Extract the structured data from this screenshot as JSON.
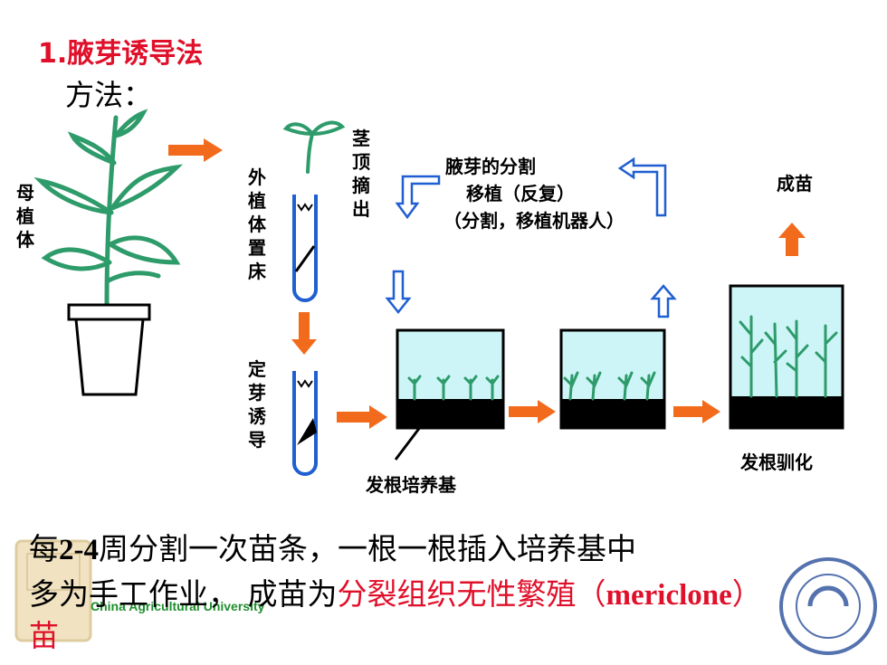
{
  "heading": {
    "title": "1.腋芽诱导法",
    "method": "方法："
  },
  "labels": {
    "mother_plant": "母植体",
    "explant_placement": "外植体置床",
    "stem_tip": "茎顶摘出",
    "bud_induction": "定芽诱导",
    "division_line1": "腋芽的分割",
    "division_line2": "移植（反复）",
    "division_line3": "（分割，移植机器人）",
    "seedling": "成苗",
    "rooting_medium": "发根培养基",
    "rooting_acclimation": "发根驯化"
  },
  "bottom_text": {
    "line1_a": "每",
    "line1_b": "2-4",
    "line1_c": "周分割一次苗条，一根一根插入培养基中",
    "line2_a": "多为手工作业， 成苗为",
    "line2_red": "分裂组织无性繁殖（",
    "line2_latin": "mericlone",
    "line2_close": "）",
    "line3_red": "苗"
  },
  "watermark": {
    "university": "China Agricultural University"
  },
  "colors": {
    "title": "#e0102a",
    "arrow": "#f26b1d",
    "plant": "#2e9b6a",
    "tube": "#1f5fd1",
    "medium": "#cdf5f8"
  }
}
